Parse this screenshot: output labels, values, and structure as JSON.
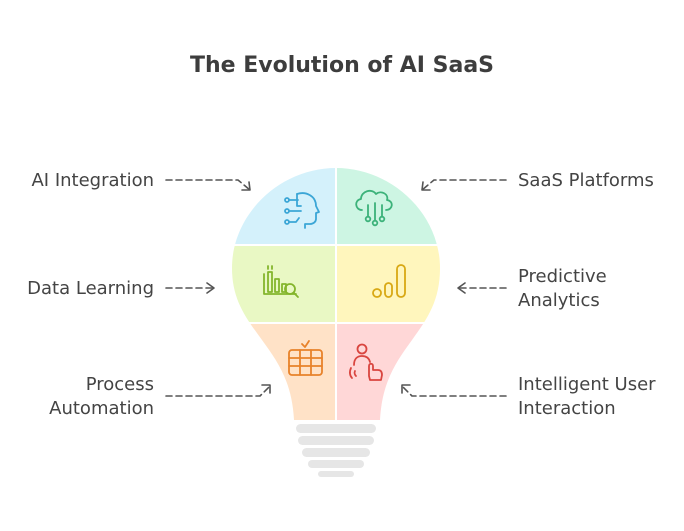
{
  "title": "The Evolution of AI SaaS",
  "labels": {
    "ai_integration": "AI Integration",
    "saas_platforms": "SaaS Platforms",
    "data_learning": "Data Learning",
    "predictive_line1": "Predictive",
    "predictive_line2": "Analytics",
    "process_line1": "Process",
    "process_line2": "Automation",
    "intelligent_line1": "Intelligent User",
    "intelligent_line2": "Interaction"
  },
  "colors": {
    "blue": "#d4f1fb",
    "green": "#cdf5e3",
    "lime": "#e9f8c4",
    "yellow": "#fff6bd",
    "orange": "#ffe2c7",
    "pink": "#ffd7d7",
    "icon_blue": "#3ba6d6",
    "icon_green": "#3cb27a",
    "icon_lime": "#84b52c",
    "icon_yellow": "#d8a814",
    "icon_orange": "#e8822a",
    "icon_pink": "#d9453f"
  },
  "icons": {
    "ai_integration": "ai-head-icon",
    "saas_platforms": "cloud-network-icon",
    "data_learning": "chart-magnifier-icon",
    "predictive_analytics": "bar-chart-icon",
    "process_automation": "database-icon",
    "intelligent_user_interaction": "user-touch-icon"
  }
}
